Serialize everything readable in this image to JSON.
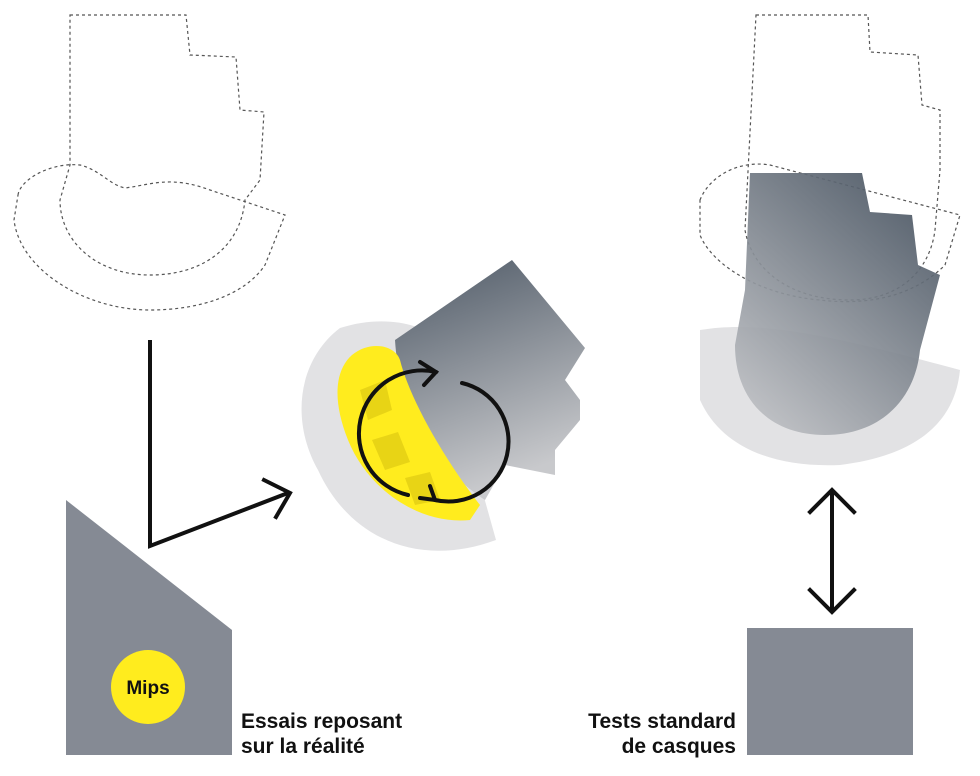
{
  "badge": {
    "label": "Mips",
    "color": "#FFEC1E"
  },
  "captions": {
    "realistic": {
      "line1": "Essais reposant",
      "line2": "sur la réalité"
    },
    "standard": {
      "line1": "Tests standard",
      "line2": "de casques"
    }
  },
  "colors": {
    "anvil": "#858a94",
    "helmet_shell": "#e2e2e4",
    "head_dark": "#4d5865",
    "head_light": "#c3c4c8",
    "mips_layer": "#FFEC1E",
    "arrows": "#111111",
    "outline": "#555555"
  },
  "icons": [
    "rotation-arrows-icon",
    "vertical-double-arrow-icon",
    "angle-arrow-icon"
  ]
}
